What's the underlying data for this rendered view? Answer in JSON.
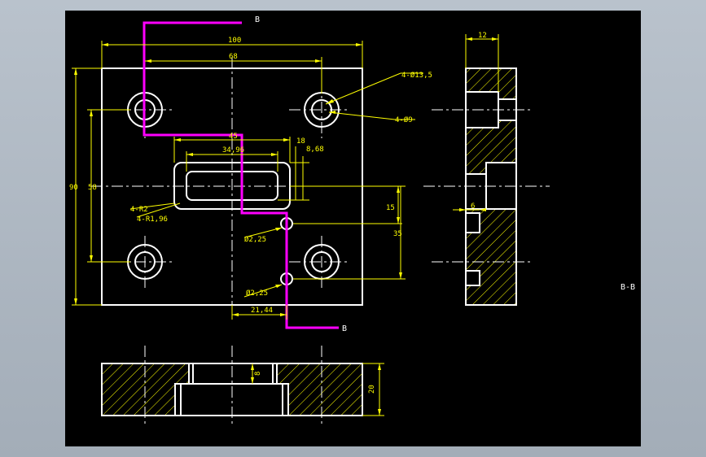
{
  "drawing": {
    "section_marks": {
      "top": "B",
      "bottom": "B",
      "view_label": "B-B"
    },
    "front_view": {
      "dims": {
        "overall_width": "100",
        "hole_pitch": "68",
        "overall_height": "90",
        "height_pitch": "58",
        "pocket_width": "45",
        "pocket_inner": "34,96",
        "pocket_depth_step": "18",
        "pocket_height": "8,68",
        "corner_radius": "4-R2",
        "fillet_radius": "4-R1,96",
        "offset_15": "15",
        "offset_35": "35",
        "offset_21": "21,44"
      },
      "callouts": {
        "counterbore": "4-Ø13,5",
        "through_hole": "4-Ø9",
        "pin_hole_top": "Ø2,25",
        "pin_hole_bottom": "Ø2,25"
      }
    },
    "side_view": {
      "dims": {
        "thickness": "12",
        "step": "6"
      }
    },
    "bottom_view": {
      "dims": {
        "depth": "8",
        "height": "20"
      }
    },
    "colors": {
      "background": "#000000",
      "outline": "#ffffff",
      "dimension": "#ffff00",
      "section_line": "#ff00ff",
      "center_line": "#ffffff"
    }
  }
}
